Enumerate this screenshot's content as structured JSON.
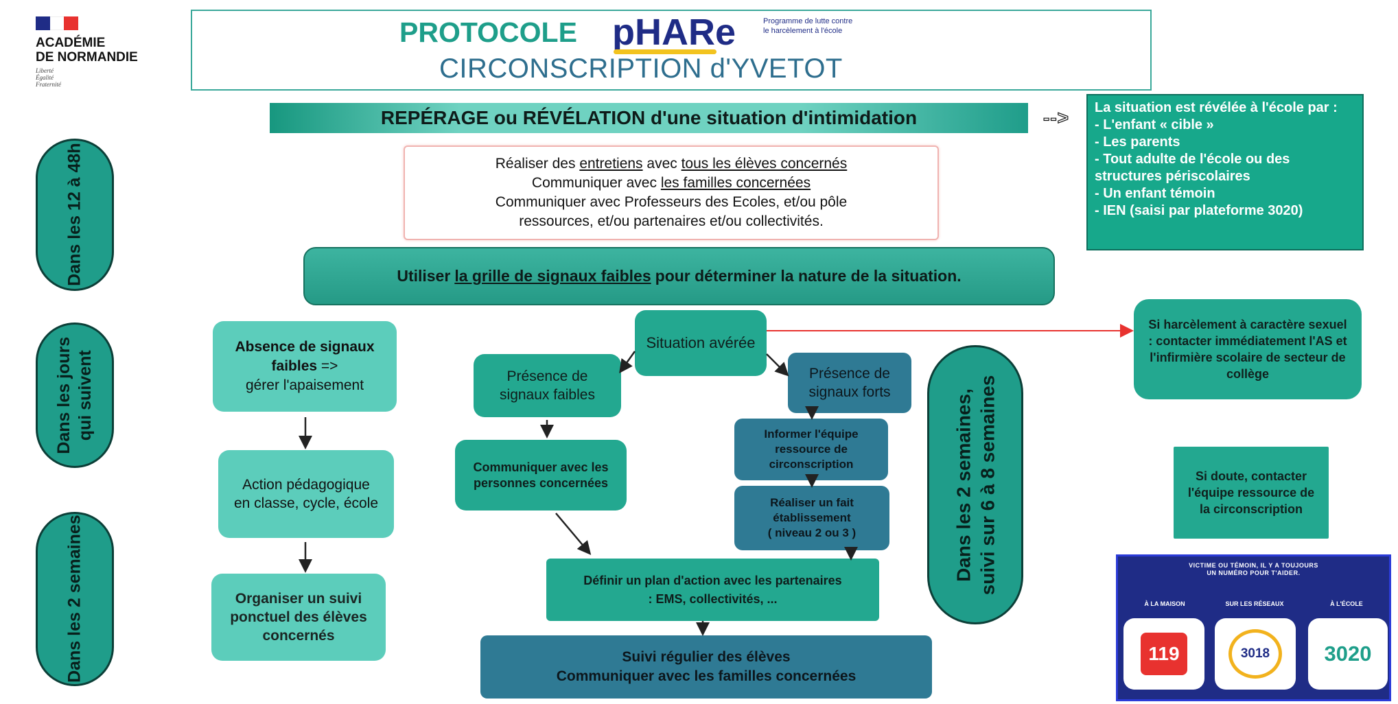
{
  "logo": {
    "line1": "ACADÉMIE",
    "line2": "DE NORMANDIE",
    "motto1": "Liberté",
    "motto2": "Égalité",
    "motto3": "Fraternité"
  },
  "header": {
    "title_left": "PROTOCOLE",
    "brand": "pHARe",
    "brand_tag1": "Programme de lutte contre",
    "brand_tag2": "le harcèlement à l'école",
    "subtitle": "CIRCONSCRIPTION d'YVETOT"
  },
  "banner": {
    "text": "REPÉRAGE ou RÉVÉLATION d'une situation d'intimidation",
    "arrow": "-->"
  },
  "revealed": {
    "title": "La situation est révélée à l'école par :",
    "items": [
      "- L'enfant « cible »",
      "- Les parents",
      "- Tout adulte de l'école ou des structures périscolaires",
      "- Un enfant témoin",
      "- IEN (saisi par plateforme 3020)"
    ]
  },
  "timeline": {
    "p1": "Dans les 12 à 48h",
    "p2a": "Dans les jours",
    "p2b": "qui suivent",
    "p3": "Dans les 2 semaines",
    "p4a": "Dans les 2 semaines,",
    "p4b": "suivi sur 6 à 8 semaines"
  },
  "interviews": {
    "l1a": "Réaliser des ",
    "l1b": "entretiens",
    "l1c": " avec ",
    "l1d": "tous les élèves concernés",
    "l2a": "Communiquer avec ",
    "l2b": "les familles concernées",
    "l3": "Communiquer avec Professeurs des Ecoles, et/ou pôle",
    "l4": "ressources, et/ou partenaires et/ou collectivités."
  },
  "grid": {
    "a": "Utiliser ",
    "b": "la grille de signaux faibles",
    "c": " pour déterminer la nature  de la situation."
  },
  "nodes": {
    "absence_a": "Absence de signaux faibles",
    "absence_b": " =>",
    "absence_c": "gérer l'apaisement",
    "action": "Action pédagogique en classe, cycle, école",
    "organiser": "Organiser un suivi  ponctuel des élèves concernés",
    "averee": "Situation avérée",
    "faibles": "Présence de signaux faibles",
    "forts": "Présence de signaux forts",
    "communiquer": "Communiquer avec les personnes concernées",
    "informer": "Informer l'équipe ressource de circonscription",
    "realiser_a": "Réaliser un fait établissement",
    "realiser_b": "( niveau 2 ou 3 )",
    "plan": "Définir un plan d'action  avec les partenaires : EMS, collectivités, ...",
    "suivi1": "Suivi régulier des élèves",
    "suivi2": "Communiquer avec les familles concernées",
    "sexuel": "Si harcèlement à caractère sexuel : contacter immédiatement l'AS et l'infirmière scolaire de secteur  de collège",
    "doute": "Si doute, contacter l'équipe ressource de la circonscription"
  },
  "numbers": {
    "head1": "VICTIME OU TÉMOIN, IL Y A TOUJOURS",
    "head2": "UN NUMÉRO POUR T'AIDER.",
    "label1": "À LA MAISON",
    "label2": "SUR LES RÉSEAUX",
    "label3": "À L'ÉCOLE",
    "num1": "119",
    "num2": "3018",
    "num3": "3020"
  },
  "colors": {
    "teal_light": "#5ccdbb",
    "teal_mid": "#23a890",
    "teal_dark": "#2f7a94",
    "navy": "#1f2c86",
    "red": "#e8322f"
  }
}
